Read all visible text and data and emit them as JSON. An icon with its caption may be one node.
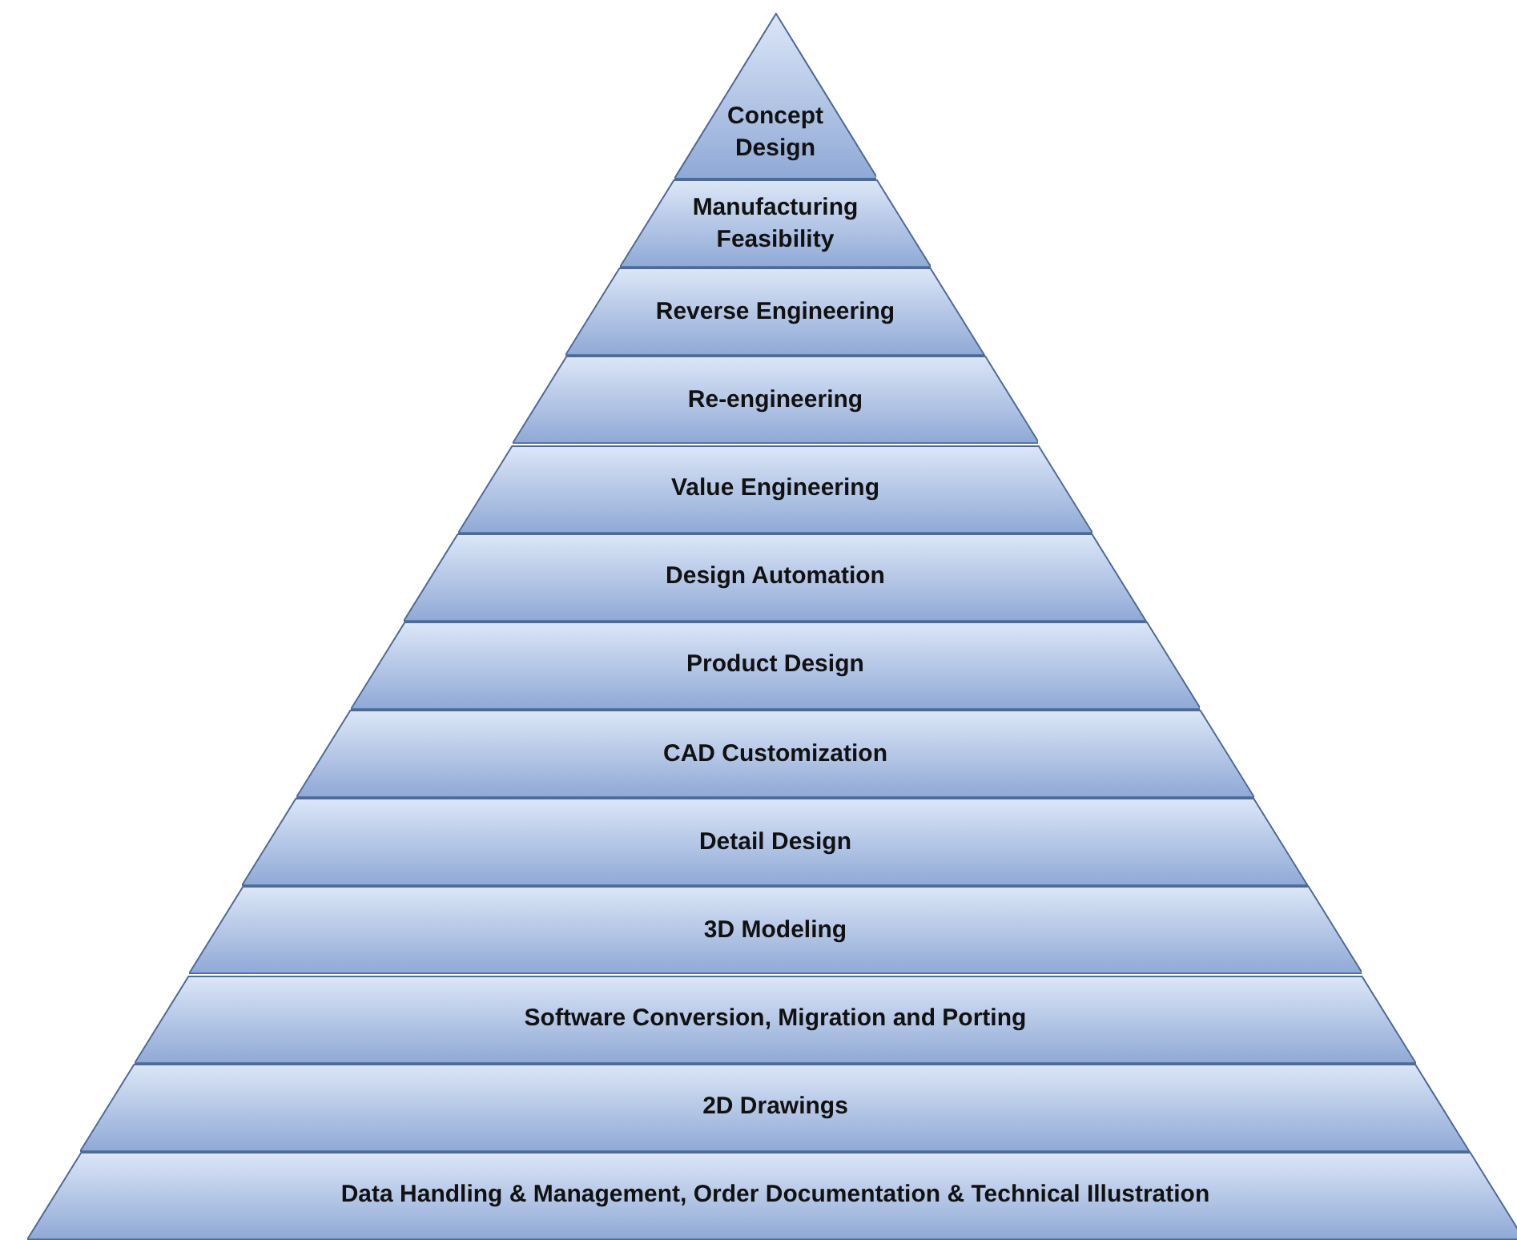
{
  "diagram": {
    "nodes": [
      {
        "text": [
          "Concept Design"
        ]
      },
      {
        "text": [
          "Manufacturing Feasibility"
        ]
      },
      {
        "text": [
          "Reverse Engineering"
        ]
      },
      {
        "text": [
          "Re-engineering"
        ]
      },
      {
        "text": [
          "Value Engineering"
        ]
      },
      {
        "text": [
          "Design Automation"
        ]
      },
      {
        "text": [
          "Product Design"
        ]
      },
      {
        "text": [
          "CAD Customization"
        ]
      },
      {
        "text": [
          "Detail Design"
        ]
      },
      {
        "text": [
          "3D Modeling"
        ]
      },
      {
        "text": [
          "Software Conversion, Migration and Porting"
        ]
      },
      {
        "text": [
          "2D Drawings"
        ]
      },
      {
        "text": [
          "Data Handling & Management, Order Documentation & Technical Illustration"
        ]
      }
    ]
  }
}
